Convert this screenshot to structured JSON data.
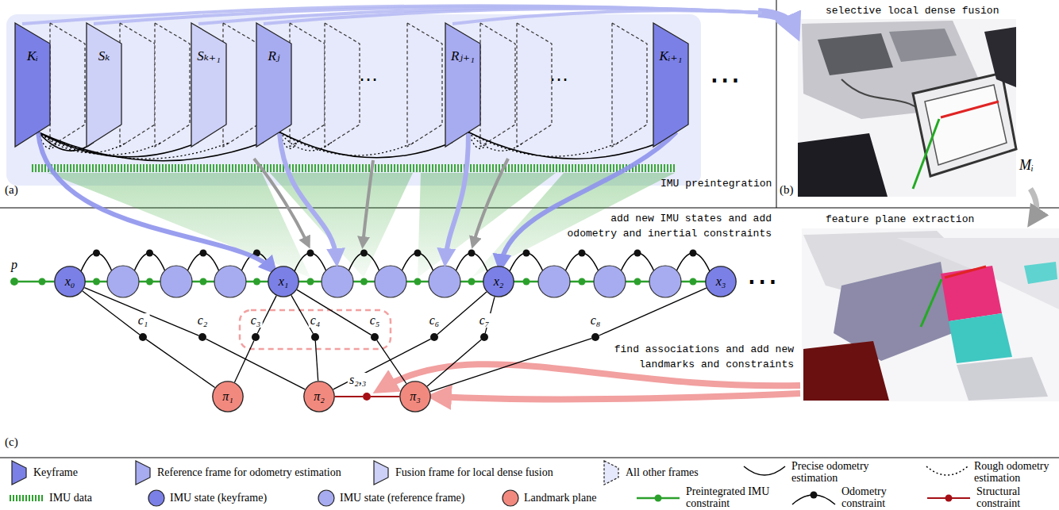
{
  "diagram": {
    "nodes": [
      {
        "text": [
          "Kᵢ"
        ]
      },
      {
        "text": [
          "Sₖ"
        ]
      },
      {
        "text": [
          "Sₖ₊₁"
        ]
      },
      {
        "text": [
          "Rⱼ"
        ]
      },
      {
        "text": [
          "Rⱼ₊₁"
        ]
      },
      {
        "text": [
          "Kᵢ₊₁"
        ]
      },
      {
        "text": [
          "p"
        ]
      },
      {
        "text": [
          "x₀"
        ]
      },
      {
        "text": [
          "x₁"
        ]
      },
      {
        "text": [
          "x₂"
        ]
      },
      {
        "text": [
          "x₃"
        ]
      },
      {
        "text": [
          "c₁"
        ]
      },
      {
        "text": [
          "c₂"
        ]
      },
      {
        "text": [
          "c₃"
        ]
      },
      {
        "text": [
          "c₄"
        ]
      },
      {
        "text": [
          "c₅"
        ]
      },
      {
        "text": [
          "c₆"
        ]
      },
      {
        "text": [
          "c₇"
        ]
      },
      {
        "text": [
          "c₈"
        ]
      },
      {
        "text": [
          "π₁"
        ]
      },
      {
        "text": [
          "π₂"
        ]
      },
      {
        "text": [
          "s₂,₃"
        ]
      },
      {
        "text": [
          "π₃"
        ]
      }
    ],
    "edges": [
      {
        "from": 0,
        "to": 1,
        "arrow": "none"
      },
      {
        "from": 0,
        "to": 2,
        "arrow": "none"
      },
      {
        "from": 0,
        "to": 3,
        "arrow": "none"
      },
      {
        "from": 3,
        "to": 4,
        "arrow": "none"
      },
      {
        "from": 4,
        "to": 5,
        "arrow": "none"
      },
      {
        "from": 0,
        "to": 8,
        "arrow": "to"
      },
      {
        "from": 5,
        "to": 9,
        "arrow": "to"
      },
      {
        "from": 6,
        "to": 7,
        "arrow": "none"
      },
      {
        "from": 7,
        "to": 11,
        "arrow": "none"
      },
      {
        "from": 11,
        "to": 19,
        "arrow": "none"
      },
      {
        "from": 7,
        "to": 12,
        "arrow": "none"
      },
      {
        "from": 12,
        "to": 20,
        "arrow": "none"
      },
      {
        "from": 8,
        "to": 13,
        "arrow": "none"
      },
      {
        "from": 13,
        "to": 19,
        "arrow": "none"
      },
      {
        "from": 8,
        "to": 14,
        "arrow": "none"
      },
      {
        "from": 14,
        "to": 20,
        "arrow": "none"
      },
      {
        "from": 8,
        "to": 15,
        "arrow": "none"
      },
      {
        "from": 15,
        "to": 22,
        "arrow": "none"
      },
      {
        "from": 9,
        "to": 16,
        "arrow": "none"
      },
      {
        "from": 16,
        "to": 20,
        "arrow": "none"
      },
      {
        "from": 9,
        "to": 17,
        "arrow": "none"
      },
      {
        "from": 17,
        "to": 22,
        "arrow": "none"
      },
      {
        "from": 10,
        "to": 18,
        "arrow": "none"
      },
      {
        "from": 18,
        "to": 22,
        "arrow": "none"
      },
      {
        "from": 20,
        "to": 21,
        "arrow": "none"
      },
      {
        "from": 21,
        "to": 22,
        "arrow": "none"
      }
    ],
    "labels": [
      "(a)",
      "IMU preintegration",
      "⋯",
      "⋯",
      "⋯",
      "(b)",
      "selective local dense fusion",
      "Mᵢ",
      "(c)",
      "add new IMU states and add odometry and inertial constraints",
      "feature plane extraction",
      "find associations and add new landmarks and constraints",
      "⋯"
    ],
    "legend": [
      {
        "text": "Keyframe"
      },
      {
        "text": "Reference frame for odometry estimation"
      },
      {
        "text": "Fusion frame for local dense fusion"
      },
      {
        "text": "All other frames"
      },
      {
        "text": "Precise odometry estimation"
      },
      {
        "text": "Rough odometry estimation"
      },
      {
        "text": "IMU data"
      },
      {
        "text": "IMU state (keyframe)"
      },
      {
        "text": "IMU state (reference frame)"
      },
      {
        "text": "Landmark plane"
      },
      {
        "text": "Preintegrated IMU constraint"
      },
      {
        "text": "Odometry constraint"
      },
      {
        "text": "Structural constraint"
      }
    ]
  }
}
